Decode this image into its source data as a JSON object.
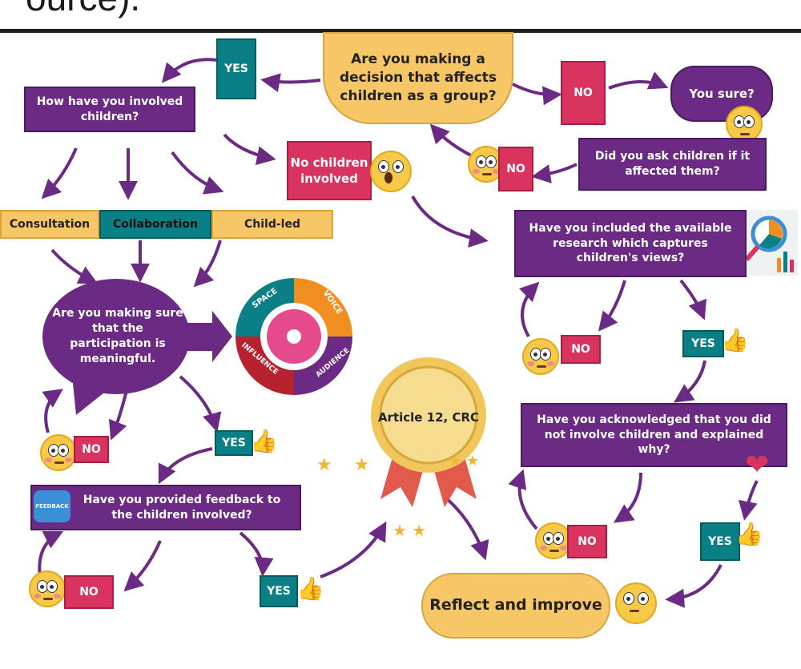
{
  "heading_partial": "ource).",
  "flow": {
    "question_main": "Are you making a decision that affects children as a group?",
    "yes_top": "YES",
    "no_top": "NO",
    "you_sure": "You sure?",
    "did_you_ask": "Did you ask children if it affected them?",
    "no_ask": "NO",
    "how_involved": "How have you involved children?",
    "no_children": "No children involved",
    "consultation": "Consultation",
    "collaboration": "Collaboration",
    "child_led": "Child-led",
    "research_q": "Have you included the available research which captures children's views?",
    "no_research": "NO",
    "yes_research": "YES",
    "meaningful_q": "Are you making sure that the participation is meaningful.",
    "no_meaningful": "NO",
    "yes_meaningful": "YES",
    "acknowledged_q": "Have you acknowledged that you did not involve children and explained why?",
    "no_ack": "NO",
    "yes_ack": "YES",
    "feedback_q": "Have you provided feedback to the children involved?",
    "no_feedback": "NO",
    "yes_feedback": "YES",
    "reflect": "Reflect and improve",
    "article": "Article 12, CRC"
  },
  "lundy_model": {
    "space": "SPACE",
    "voice": "VOICE",
    "audience": "AUDIENCE",
    "influence": "INFLUENCE"
  },
  "icons": {
    "feedback_icon_label": "FEEDBACK"
  },
  "colors": {
    "purple": "#6b2a84",
    "teal": "#0b7f86",
    "pink": "#d8345f",
    "yellow": "#f7c767",
    "orange": "#f08f1f"
  }
}
